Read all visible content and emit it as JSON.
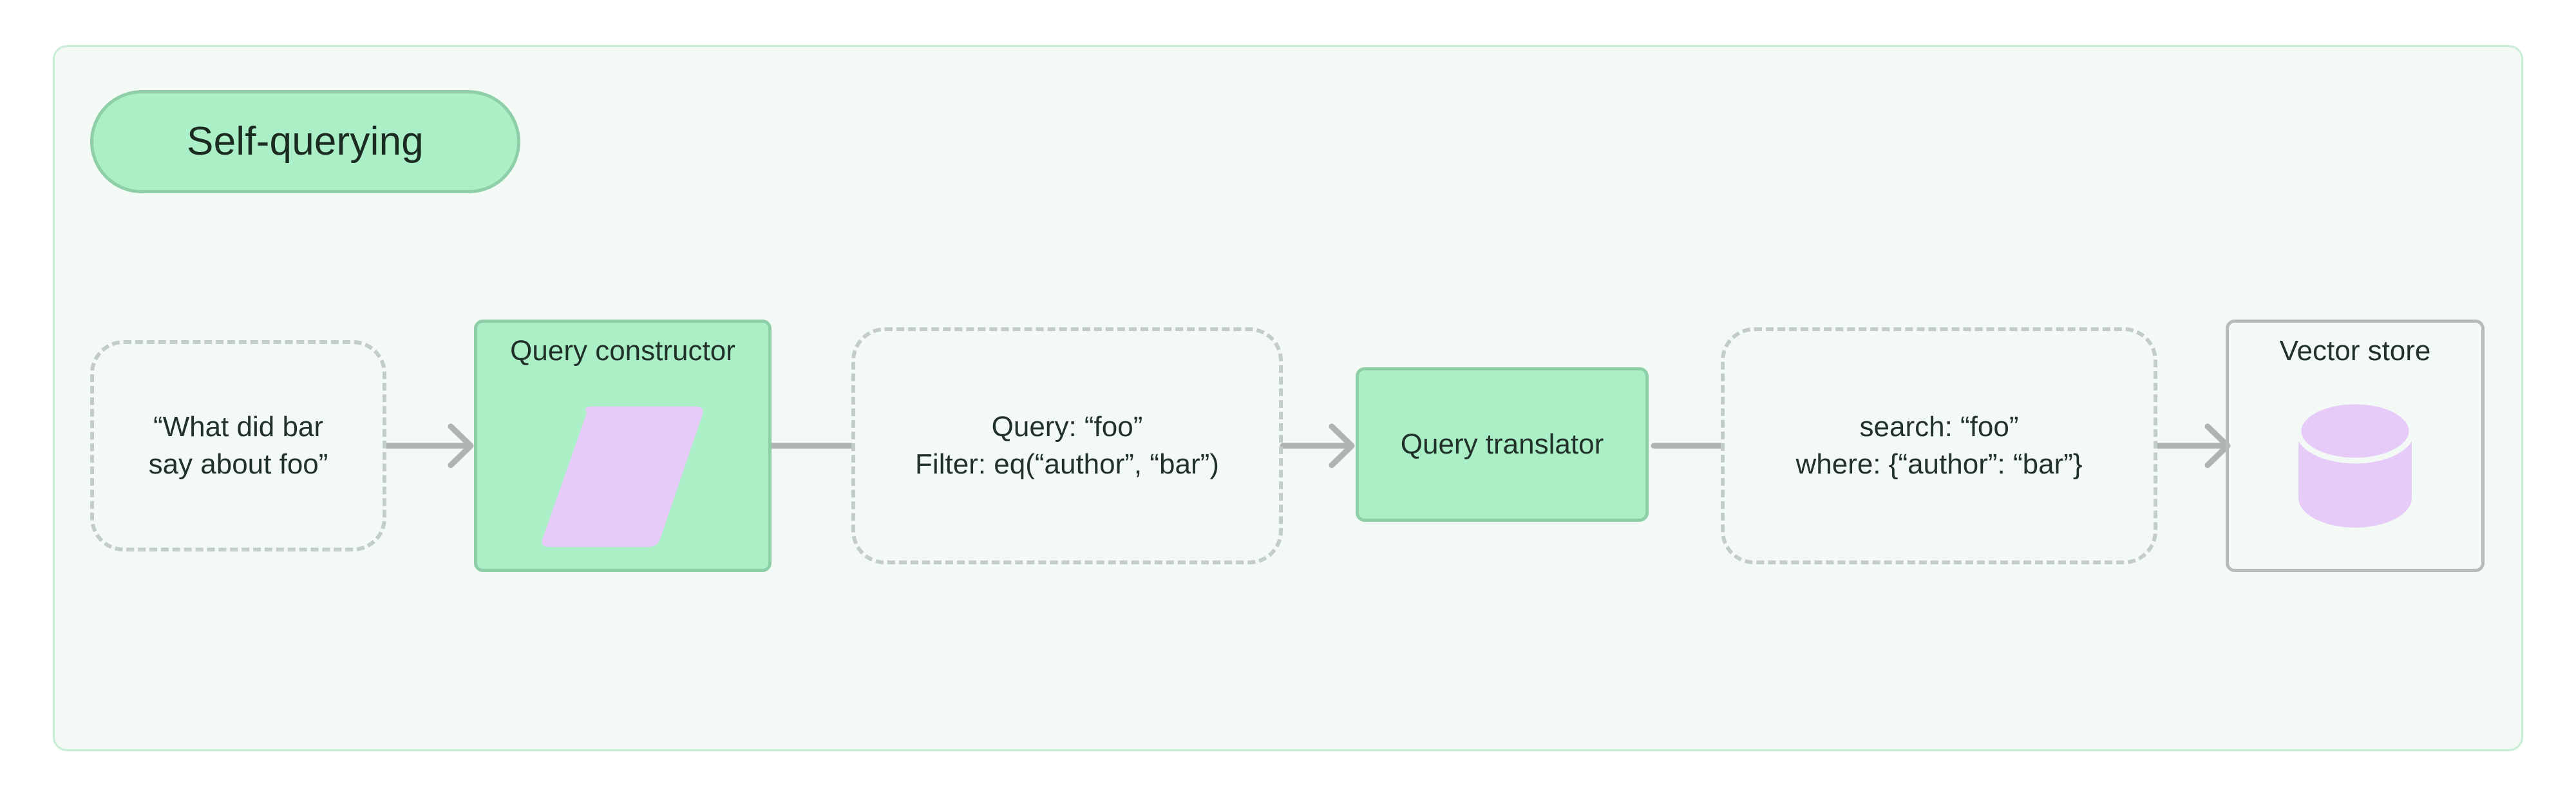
{
  "diagram": {
    "type": "flowchart",
    "orientation": "left-to-right",
    "title": "Self-querying",
    "background_color": "#ffffff",
    "container": {
      "fill": "#f3faf5",
      "border_color": "#c9ecd6"
    },
    "palette": {
      "green_fill": "#abefc6",
      "green_stroke": "#8fcfa8",
      "purple_icon": "#e6cbf9",
      "gray_stroke": "#b8bcb9",
      "dashed_stroke": "#c3cdc7",
      "edge_stroke": "#b0b4b1",
      "text_color": "#21312a"
    },
    "nodes": [
      {
        "id": "user-question",
        "kind": "dashed",
        "lines": [
          "“What did bar",
          "say about foo”"
        ]
      },
      {
        "id": "query-constructor",
        "kind": "green",
        "title": "Query constructor",
        "icon": "parallelogram-icon"
      },
      {
        "id": "structured-query",
        "kind": "dashed",
        "lines": [
          "Query: “foo”",
          "Filter: eq(“author”, “bar”)"
        ]
      },
      {
        "id": "query-translator",
        "kind": "green",
        "title": "Query translator"
      },
      {
        "id": "native-query",
        "kind": "dashed",
        "lines": [
          "search: “foo”",
          "where: {“author”: “bar”}"
        ]
      },
      {
        "id": "vector-store",
        "kind": "gray",
        "title": "Vector store",
        "icon": "database-cylinder-icon"
      }
    ],
    "edges": [
      {
        "from": "user-question",
        "to": "query-constructor",
        "arrowhead": true
      },
      {
        "from": "query-constructor",
        "to": "structured-query",
        "arrowhead": false
      },
      {
        "from": "structured-query",
        "to": "query-translator",
        "arrowhead": true
      },
      {
        "from": "query-translator",
        "to": "native-query",
        "arrowhead": false
      },
      {
        "from": "native-query",
        "to": "vector-store",
        "arrowhead": true
      }
    ]
  }
}
